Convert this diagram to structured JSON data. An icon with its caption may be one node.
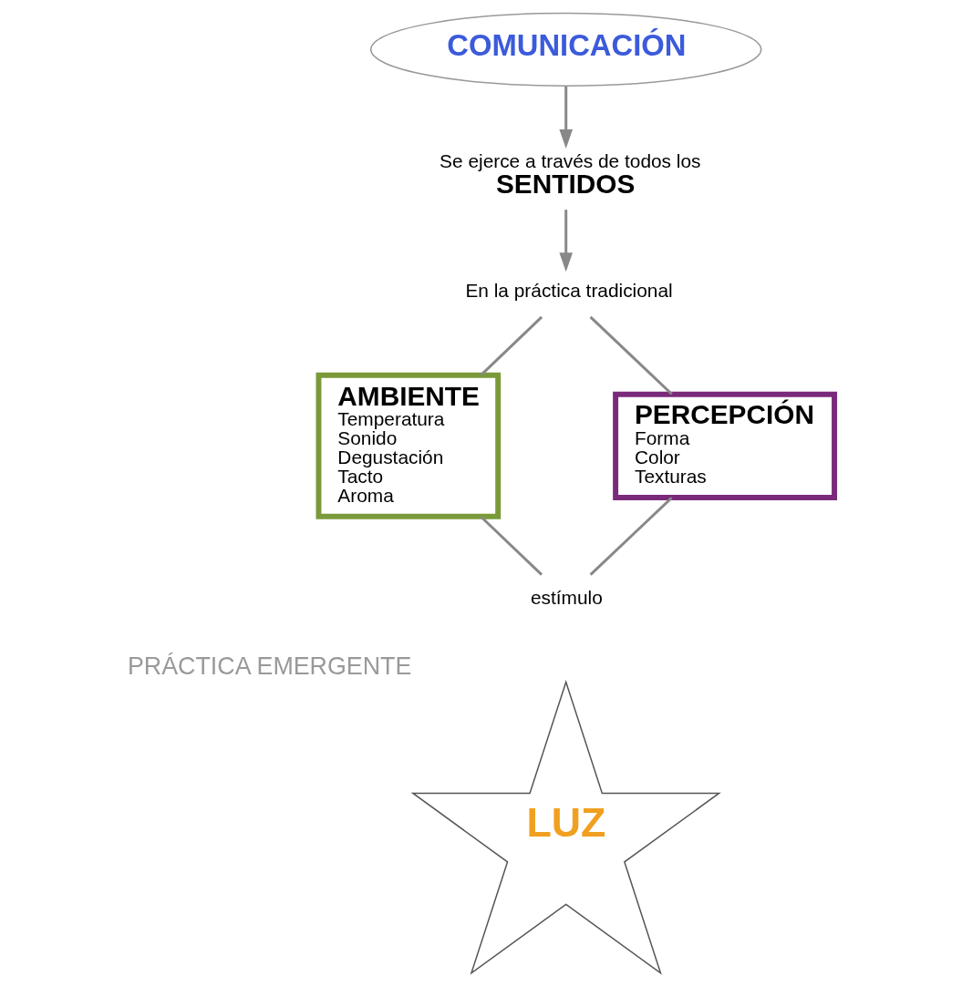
{
  "diagram": {
    "nodes": [
      {
        "text": [
          "COMUNICACIÓN"
        ]
      },
      {
        "text": [
          "Se ejerce a través de todos los",
          "SENTIDOS"
        ]
      },
      {
        "text": [
          "En la práctica tradicional"
        ]
      },
      {
        "text": [
          "AMBIENTE",
          "Temperatura Sonido Degustación Tacto Aroma"
        ]
      },
      {
        "text": [
          "PERCEPCIÓN",
          "Forma Color Texturas"
        ]
      },
      {
        "text": [
          "estímulo"
        ]
      },
      {
        "text": [
          "LUZ"
        ],
        "beside": [
          "PRÁCTICA EMERGENTE"
        ]
      }
    ],
    "edges": [
      {
        "from": 0,
        "to": 1,
        "arrow": "to"
      },
      {
        "from": 1,
        "to": 2,
        "arrow": "to"
      },
      {
        "from": 2,
        "to": 3,
        "arrow": "none"
      },
      {
        "from": 2,
        "to": 4,
        "arrow": "none"
      },
      {
        "from": 3,
        "to": 5,
        "arrow": "none"
      },
      {
        "from": 4,
        "to": 5,
        "arrow": "none"
      }
    ]
  }
}
